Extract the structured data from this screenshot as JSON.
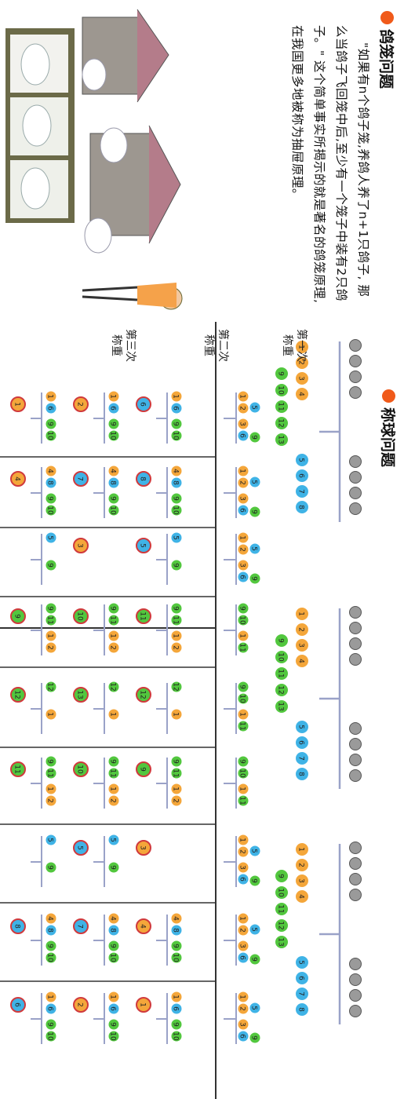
{
  "pigeon_section": {
    "title": "鸽笼问题",
    "text": "\"如果有n个鸽子笼,养鸽人养了n+1只鸽子, 那么当鸽子飞回笼中后,至少有一个笼子中装有2只鸽子。\" 这个简单事实所揭示的就是著名的鸽笼原理,在我国更多地被称为抽屉原理。"
  },
  "weigh_section": {
    "title": "称球问题",
    "step_labels": [
      "第一次称重",
      "第二次称重",
      "第三次称重"
    ]
  },
  "colors": {
    "accent_orange": "#f05a1a",
    "ball_orange": "#f4a63a",
    "ball_blue": "#3fb3e6",
    "ball_green": "#52c73e",
    "ball_gray": "#9a9a9a",
    "result_ring": "#d0393c",
    "scale_line": "#9aa2c8"
  },
  "diagram": {
    "first_weighings": [
      {
        "left": [
          "1",
          "2",
          "3",
          "4"
        ],
        "right": [
          "5",
          "6",
          "7",
          "8"
        ],
        "out": [
          "9",
          "10",
          "11",
          "12",
          "13"
        ]
      },
      {
        "left": [
          "1",
          "2",
          "3",
          "4"
        ],
        "right": [
          "5",
          "6",
          "7",
          "8"
        ],
        "out": [
          "9",
          "10",
          "11",
          "12",
          "13"
        ]
      },
      {
        "left": [
          "1",
          "2",
          "3",
          "4"
        ],
        "right": [
          "5",
          "6",
          "7",
          "8"
        ],
        "out": [
          "9",
          "10",
          "11",
          "12",
          "13"
        ]
      }
    ],
    "second_weighings": [
      {
        "left": [
          "1",
          "2"
        ],
        "mid": [
          "5"
        ],
        "right": [
          "3",
          "6"
        ],
        "top": [
          "9"
        ]
      },
      {
        "left": [
          "1",
          "2"
        ],
        "mid": [
          "5"
        ],
        "right": [
          "3",
          "6"
        ],
        "top": [
          "9"
        ]
      },
      {
        "left": [
          "1",
          "2"
        ],
        "mid": [
          "5"
        ],
        "right": [
          "3",
          "6"
        ],
        "top": [
          "9"
        ]
      },
      {
        "left": [
          "9",
          "10"
        ],
        "right": [
          "1",
          "11"
        ]
      },
      {
        "left": [
          "9",
          "10"
        ],
        "right": [
          "1",
          "11"
        ]
      },
      {
        "left": [
          "9",
          "10"
        ],
        "right": [
          "1",
          "11"
        ]
      },
      {
        "left": [
          "1",
          "2"
        ],
        "mid": [
          "5"
        ],
        "right": [
          "3",
          "6"
        ],
        "top": [
          "9"
        ]
      },
      {
        "left": [
          "1",
          "2"
        ],
        "mid": [
          "5"
        ],
        "right": [
          "3",
          "6"
        ],
        "top": [
          "9"
        ]
      },
      {
        "left": [
          "1",
          "2"
        ],
        "mid": [
          "5"
        ],
        "right": [
          "3",
          "6"
        ],
        "top": [
          "9"
        ]
      }
    ],
    "third_weighings": [
      {
        "l1": [
          "1",
          "6"
        ],
        "r1": [
          "9",
          "10"
        ],
        "res": "6"
      },
      {
        "l1": [
          "1",
          "6"
        ],
        "r1": [
          "9",
          "10"
        ],
        "res": "2"
      },
      {
        "l1": [
          "1",
          "6"
        ],
        "r1": [
          "9",
          "10"
        ],
        "res": "1"
      },
      {
        "l1": [
          "4",
          "8"
        ],
        "r1": [
          "9",
          "10"
        ],
        "res": "8"
      },
      {
        "l1": [
          "4",
          "8"
        ],
        "r1": [
          "9",
          "10"
        ],
        "res": "7"
      },
      {
        "l1": [
          "4",
          "8"
        ],
        "r1": [
          "9",
          "10"
        ],
        "res": "4"
      },
      {
        "l1": [
          "5"
        ],
        "r1": [
          "9"
        ],
        "res": "5"
      },
      {
        "l1": [],
        "r1": [],
        "res": "3"
      },
      {
        "l1": [
          "5"
        ],
        "r1": [
          "9"
        ],
        "res": ""
      },
      {
        "l1": [
          "9",
          "11"
        ],
        "r1": [
          "1",
          "2"
        ],
        "res": "11"
      },
      {
        "l1": [
          "9",
          "11"
        ],
        "r1": [
          "1",
          "2"
        ],
        "res": "10"
      },
      {
        "l1": [
          "9",
          "11"
        ],
        "r1": [
          "1",
          "2"
        ],
        "res": "9"
      },
      {
        "l1": [
          "12"
        ],
        "r1": [
          "1"
        ],
        "res": "12"
      },
      {
        "l1": [
          "12"
        ],
        "r1": [
          "1"
        ],
        "res": "13"
      },
      {
        "l1": [
          "12"
        ],
        "r1": [
          "1"
        ],
        "res": "12"
      },
      {
        "l1": [
          "9",
          "11"
        ],
        "r1": [
          "1",
          "2"
        ],
        "res": "9"
      },
      {
        "l1": [
          "9",
          "11"
        ],
        "r1": [
          "1",
          "2"
        ],
        "res": "10"
      },
      {
        "l1": [
          "9",
          "11"
        ],
        "r1": [
          "1",
          "2"
        ],
        "res": "11"
      },
      {
        "l1": [],
        "r1": [],
        "res": "3"
      },
      {
        "l1": [
          "5"
        ],
        "r1": [
          "9"
        ],
        "res": "5"
      },
      {
        "l1": [
          "5"
        ],
        "r1": [
          "9"
        ],
        "res": ""
      },
      {
        "l1": [
          "4",
          "8"
        ],
        "r1": [
          "9",
          "10"
        ],
        "res": "4"
      },
      {
        "l1": [
          "4",
          "8"
        ],
        "r1": [
          "9",
          "10"
        ],
        "res": "7"
      },
      {
        "l1": [
          "4",
          "8"
        ],
        "r1": [
          "9",
          "10"
        ],
        "res": "8"
      },
      {
        "l1": [
          "1",
          "6"
        ],
        "r1": [
          "9",
          "10"
        ],
        "res": "1"
      },
      {
        "l1": [
          "1",
          "6"
        ],
        "r1": [
          "9",
          "10"
        ],
        "res": "2"
      },
      {
        "l1": [
          "1",
          "6"
        ],
        "r1": [
          "9",
          "10"
        ],
        "res": "6"
      }
    ]
  }
}
